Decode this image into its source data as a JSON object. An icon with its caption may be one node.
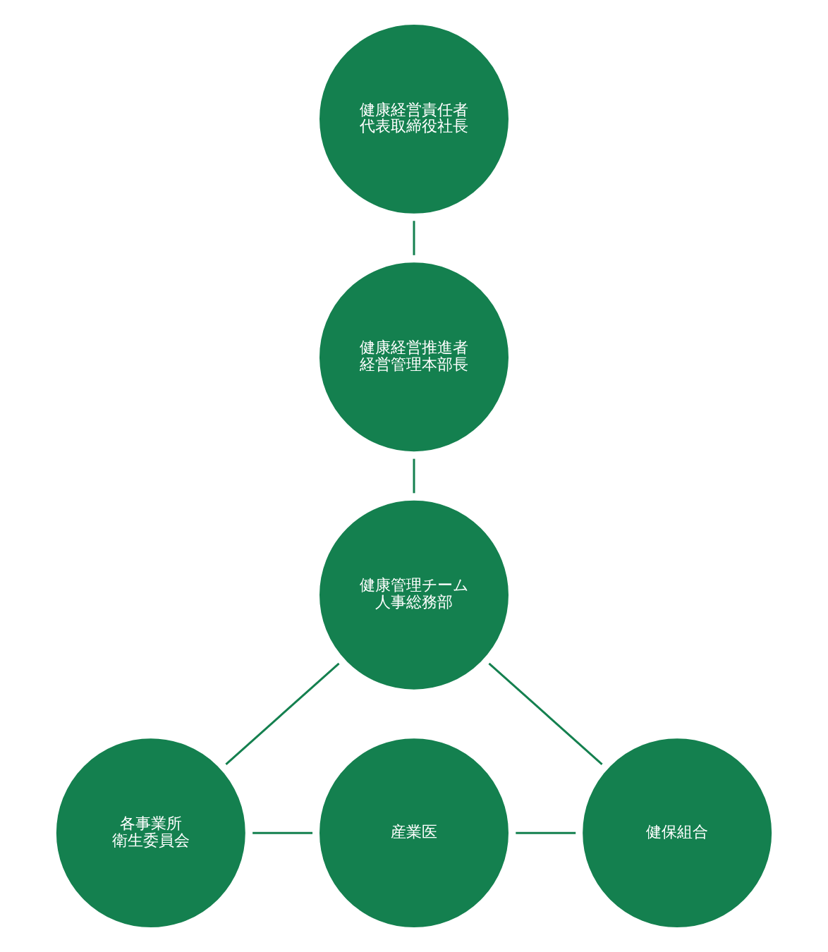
{
  "diagram": {
    "nodes": [
      {
        "text": [
          "健康経営責任者",
          "代表取締役社長"
        ]
      },
      {
        "text": [
          "健康経営推進者",
          "経営管理本部長"
        ]
      },
      {
        "text": [
          "健康管理チーム",
          "人事総務部"
        ]
      },
      {
        "text": [
          "各事業所",
          "衛生委員会"
        ]
      },
      {
        "text": [
          "産業医"
        ]
      },
      {
        "text": [
          "健保組合"
        ]
      }
    ],
    "edges": [
      {
        "from": 0,
        "to": 1,
        "arrow": "none"
      },
      {
        "from": 1,
        "to": 2,
        "arrow": "none"
      },
      {
        "from": 2,
        "to": 3,
        "arrow": "none"
      },
      {
        "from": 2,
        "to": 5,
        "arrow": "none"
      },
      {
        "from": 3,
        "to": 4,
        "arrow": "none"
      },
      {
        "from": 4,
        "to": 5,
        "arrow": "none"
      }
    ]
  }
}
